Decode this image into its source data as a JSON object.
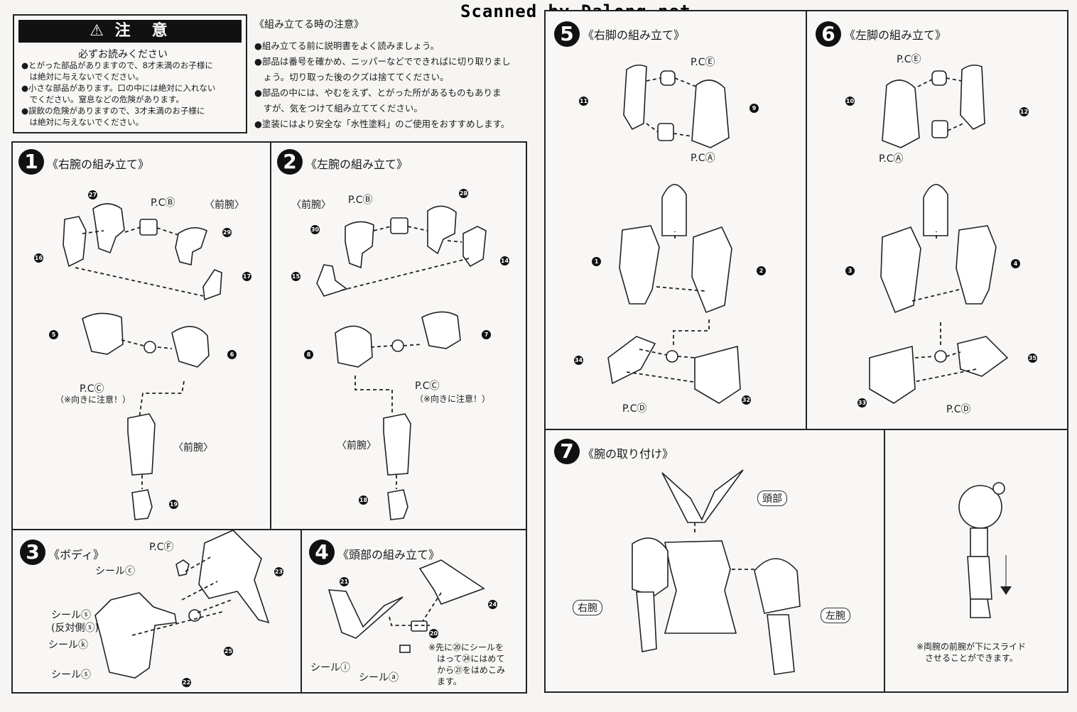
{
  "watermark": "Scanned by Dalong.net",
  "warning": {
    "title": "⚠ 注　意",
    "subtitle": "必ずお読みください",
    "lines": [
      "●とがった部品がありますので、8才未満のお子様に",
      "　は絶対に与えないでください。",
      "●小さな部品があります。口の中には絶対に入れない",
      "　でください。窒息などの危険があります。",
      "●誤飲の危険がありますので、3才未満のお子様に",
      "　は絶対に与えないでください。"
    ]
  },
  "assembly_notes": {
    "title": "《組み立てる時の注意》",
    "lines": [
      "●組み立てる前に説明書をよく読みましょう。",
      "●部品は番号を確かめ、ニッパーなどでできればに切り取りまし",
      "　ょう。切り取った後のクズは捨ててください。",
      "●部品の中には、やむをえず、とがった所があるものもありま",
      "　すが、気をつけて組み立ててください。",
      "●塗装にはより安全な「水性塗料」のご使用をおすすめします。"
    ]
  },
  "steps": [
    {
      "num": "1",
      "title": "《右腕の組み立て》"
    },
    {
      "num": "2",
      "title": "《左腕の組み立て》"
    },
    {
      "num": "3",
      "title": "《ボディ》"
    },
    {
      "num": "4",
      "title": "《頭部の組み立て》"
    },
    {
      "num": "5",
      "title": "《右脚の組み立て》"
    },
    {
      "num": "6",
      "title": "《左脚の組み立て》"
    },
    {
      "num": "7",
      "title": "《腕の取り付け》"
    }
  ],
  "labels": {
    "pcA": "P.CⒶ",
    "pcB": "P.CⒷ",
    "pcC": "P.CⒸ",
    "pcD": "P.CⒹ",
    "pcE": "P.CⒺ",
    "pcF": "P.CⒻ",
    "forearm_bracket": "〈前腕〉",
    "forearm_paren": "〈前腕〉",
    "orientation": "（※向きに注意！）",
    "seal_ko": "シールⓒ",
    "seal_su": "シールⓢ",
    "seal_reverse": "(反対側ⓢ)",
    "seal_ki": "シールⓚ",
    "seal_sa": "シールⓢ",
    "seal_i": "シールⓘ",
    "seal_a": "シールⓐ",
    "head": "頭部",
    "right_arm": "右腕",
    "left_arm": "左腕"
  },
  "step4_note": [
    "※先に⑳にシールを",
    "はって㉔にはめて",
    "から㉑をはめこみ",
    "ます。"
  ],
  "step7_note": [
    "※両腕の前腕が下にスライド",
    "させることができます。"
  ],
  "parts": {
    "s1": [
      "27",
      "29",
      "16",
      "17",
      "5",
      "6",
      "19"
    ],
    "s2": [
      "28",
      "30",
      "15",
      "14",
      "8",
      "7",
      "18"
    ],
    "s3": [
      "23",
      "25",
      "22"
    ],
    "s4": [
      "21",
      "24",
      "20"
    ],
    "s5": [
      "11",
      "9",
      "1",
      "2",
      "34",
      "32"
    ],
    "s6": [
      "10",
      "12",
      "3",
      "4",
      "33",
      "35"
    ]
  }
}
